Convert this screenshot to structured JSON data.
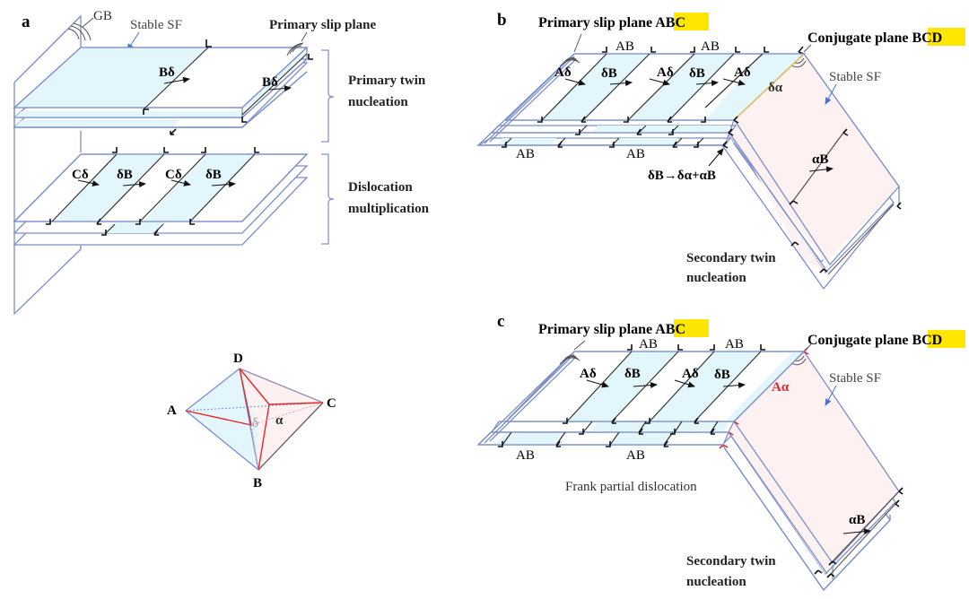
{
  "panels": {
    "a": {
      "label": "a",
      "gb_label": "GB",
      "stable_sf_label": "Stable SF",
      "primary_slip_plane_label": "Primary slip plane",
      "primary_twin_label_line1": "Primary twin",
      "primary_twin_label_line2": "nucleation",
      "dislocation_label_line1": "Dislocation",
      "dislocation_label_line2": "multiplication",
      "burgers_top": [
        "Bδ",
        "Bδ"
      ],
      "burgers_bottom": [
        "Cδ",
        "δB",
        "Cδ",
        "δB"
      ]
    },
    "tetrahedron": {
      "vertices": [
        "A",
        "B",
        "C",
        "D"
      ],
      "delta_label": "δ",
      "alpha_label": "α",
      "edge_color_red": "#e8262a",
      "edge_color_blue": "#7b8fc8"
    },
    "b": {
      "label": "b",
      "primary_prefix": "Primary slip plane ",
      "primary_highlight": "ABC",
      "conjugate_prefix": "Conjugate plane ",
      "conjugate_highlight": "BCD",
      "stable_sf_label": "Stable SF",
      "ab_labels_top": [
        "AB",
        "AB"
      ],
      "ab_labels_bottom": [
        "AB",
        "AB"
      ],
      "burgers": [
        "Aδ",
        "δB",
        "Aδ",
        "δB",
        "Aδ"
      ],
      "delta_alpha_label": "δα",
      "reaction_label": "δB→δα+αB",
      "alpha_b_label": "αB",
      "secondary_line1": "Secondary twin",
      "secondary_line2": "nucleation"
    },
    "c": {
      "label": "c",
      "primary_prefix": "Primary slip plane ",
      "primary_highlight": "ABC",
      "conjugate_prefix": "Conjugate plane ",
      "conjugate_highlight": "BCD",
      "stable_sf_label": "Stable SF",
      "ab_labels_top": [
        "AB",
        "AB"
      ],
      "ab_labels_bottom": [
        "AB",
        "AB"
      ],
      "burgers": [
        "Aδ",
        "δB",
        "Aδ",
        "δB"
      ],
      "a_alpha_label": "Aα",
      "frank_label": "Frank partial dislocation",
      "alpha_b_label": "αB",
      "secondary_line1": "Secondary twin",
      "secondary_line2": "nucleation"
    }
  },
  "colors": {
    "highlight": "#ffe600",
    "plane_edge": "#7b8fc8",
    "fault_blue": "#e3f6fb",
    "fault_pink": "#fdf1f1",
    "frank_red": "#e8262a"
  }
}
